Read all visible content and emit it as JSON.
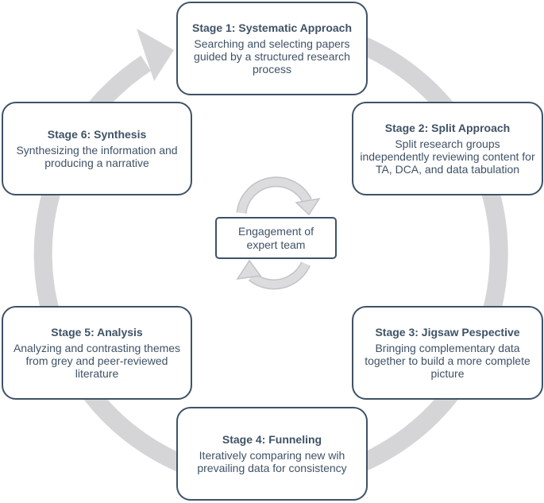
{
  "colors": {
    "ring": "#d5d5d8",
    "ring_stroke": "#c3c3c7",
    "border": "#3f5266",
    "text": "#3f5266"
  },
  "center": {
    "label": "Engagement of expert team"
  },
  "stages": [
    {
      "title": "Stage 1: Systematic Approach",
      "description": "Searching and selecting papers guided by a structured research process"
    },
    {
      "title": "Stage 2: Split Approach",
      "description": "Split research groups independently reviewing content for TA, DCA, and data tabulation"
    },
    {
      "title": "Stage 3: Jigsaw Pespective",
      "description": "Bringing complementary data together to build a more complete picture"
    },
    {
      "title": "Stage 4: Funneling",
      "description": "Iteratively comparing new wih prevailing data for consistency"
    },
    {
      "title": "Stage 5: Analysis",
      "description": "Analyzing and contrasting themes from grey and peer-reviewed literature"
    },
    {
      "title": "Stage 6: Synthesis",
      "description": "Synthesizing the information and producing a narrative"
    }
  ]
}
